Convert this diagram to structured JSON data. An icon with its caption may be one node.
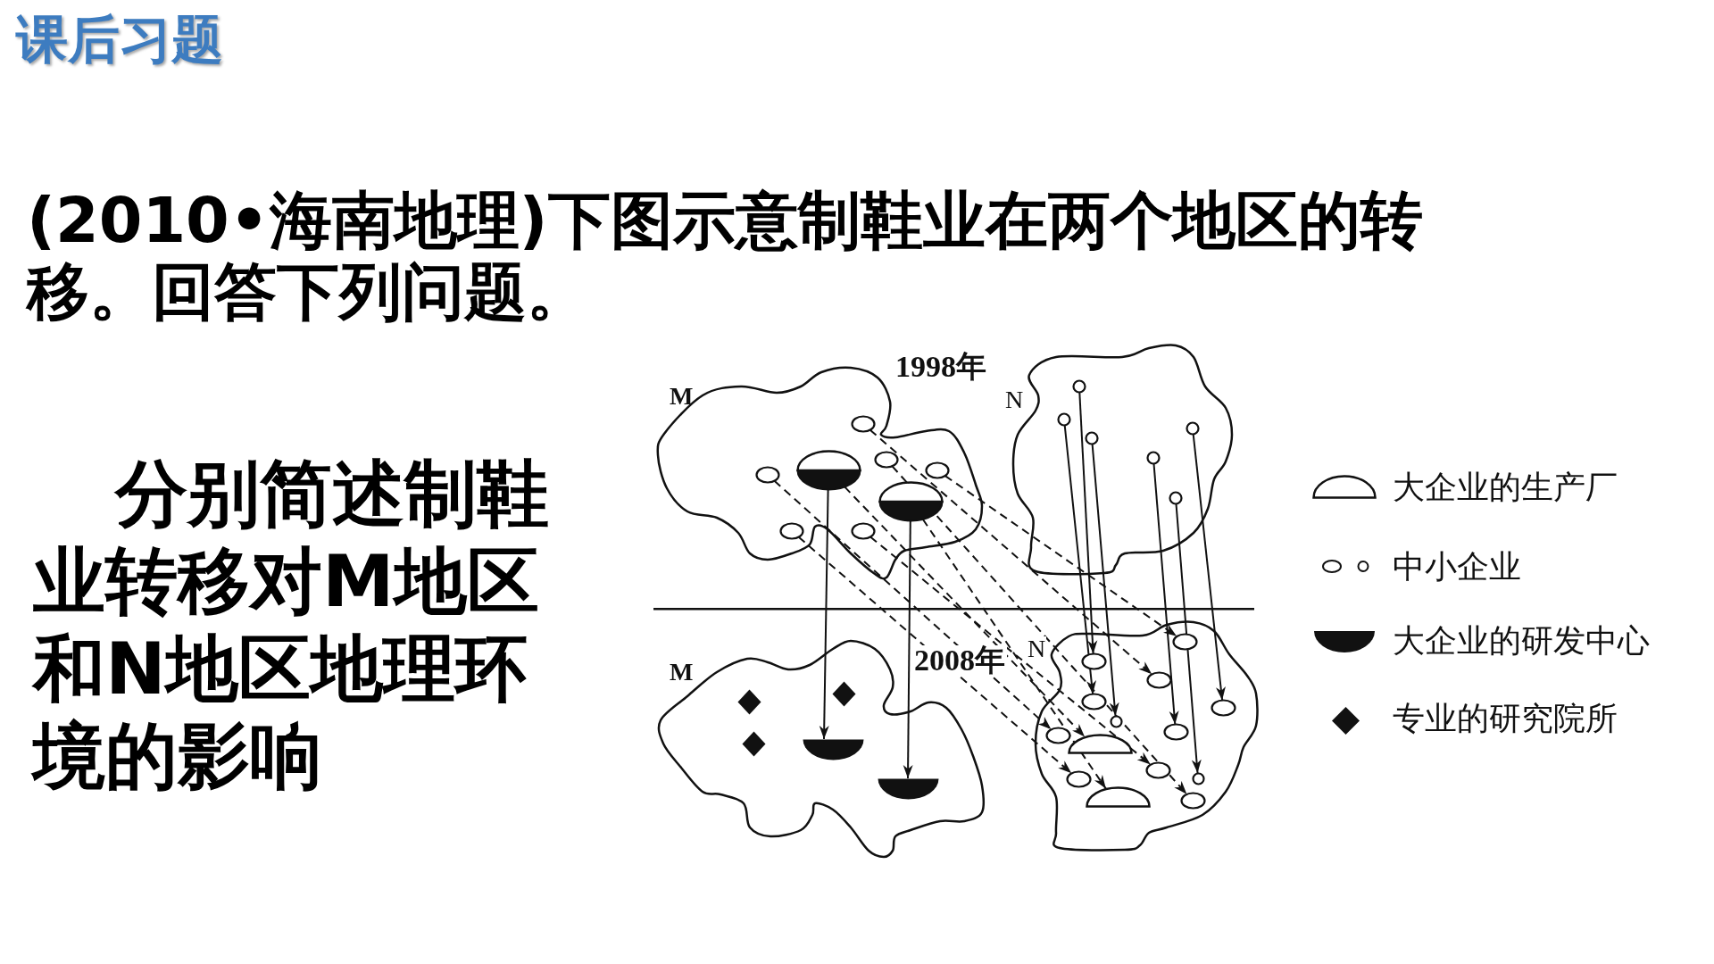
{
  "diagram": {
    "title": "课后习题",
    "nodes": [
      {
        "text": [
          "M"
        ]
      },
      {
        "text": [],
        "shape": "ellipse",
        "in": 0
      },
      {
        "text": [],
        "shape": "ellipse",
        "in": 0
      },
      {
        "text": [],
        "shape": "circle",
        "in": 0
      },
      {
        "text": [],
        "shape": "circle",
        "in": 0
      },
      {
        "text": [],
        "shape": "circle",
        "in": 0
      },
      {
        "text": [],
        "shape": "circle",
        "in": 0
      },
      {
        "text": [],
        "shape": "circle",
        "in": 0
      },
      {
        "text": [],
        "shape": "circle",
        "in": 0
      },
      {
        "text": [
          "N"
        ]
      },
      {
        "text": [],
        "shape": "circle",
        "in": 9
      },
      {
        "text": [],
        "shape": "circle",
        "in": 9
      },
      {
        "text": [],
        "shape": "circle",
        "in": 9
      },
      {
        "text": [],
        "shape": "circle",
        "in": 9
      },
      {
        "text": [],
        "shape": "circle",
        "in": 9
      },
      {
        "text": [],
        "shape": "circle",
        "in": 9
      },
      {
        "text": [
          "M"
        ]
      },
      {
        "text": [],
        "shape": "diamond",
        "in": 16
      },
      {
        "text": [],
        "shape": "diamond",
        "in": 16
      },
      {
        "text": [],
        "shape": "diamond",
        "in": 16
      },
      {
        "text": [],
        "shape": "semicircle",
        "in": 16
      },
      {
        "text": [],
        "shape": "semicircle",
        "in": 16
      },
      {
        "text": [
          "N"
        ]
      },
      {
        "text": [],
        "shape": "semicircle",
        "in": 22
      },
      {
        "text": [],
        "shape": "semicircle",
        "in": 22
      },
      {
        "text": [],
        "shape": "circle",
        "in": 22
      },
      {
        "text": [],
        "shape": "circle",
        "in": 22
      },
      {
        "text": [],
        "shape": "circle",
        "in": 22
      },
      {
        "text": [],
        "shape": "circle",
        "in": 22
      },
      {
        "text": [],
        "shape": "circle",
        "in": 22
      },
      {
        "text": [],
        "shape": "circle",
        "in": 22
      },
      {
        "text": [],
        "shape": "circle",
        "in": 22
      },
      {
        "text": [],
        "shape": "circle",
        "in": 22
      },
      {
        "text": [],
        "shape": "circle",
        "in": 22
      },
      {
        "text": [],
        "shape": "circle",
        "in": 22
      },
      {
        "text": [],
        "shape": "circle",
        "in": 22
      },
      {
        "text": [],
        "shape": "circle",
        "in": 22
      }
    ],
    "edges": [
      {
        "from": 1,
        "to": 20,
        "arrow": "to"
      },
      {
        "from": 2,
        "to": 21,
        "arrow": "to"
      },
      {
        "from": 10,
        "to": 26,
        "arrow": "to"
      },
      {
        "from": 11,
        "to": 28,
        "arrow": "to"
      },
      {
        "from": 12,
        "to": 29,
        "arrow": "to"
      },
      {
        "from": 13,
        "to": 30,
        "arrow": "to"
      },
      {
        "from": 14,
        "to": 31,
        "arrow": "to"
      },
      {
        "from": 15,
        "to": 34,
        "arrow": "to"
      },
      {
        "from": 5,
        "to": 25,
        "arrow": "to",
        "style": "dashed"
      },
      {
        "from": 3,
        "to": 27,
        "arrow": "to",
        "style": "dashed"
      },
      {
        "from": 4,
        "to": 36,
        "arrow": "to",
        "style": "dashed"
      },
      {
        "from": 1,
        "to": 23,
        "arrow": "to",
        "style": "dashed"
      },
      {
        "from": 2,
        "to": 24,
        "arrow": "to",
        "style": "dashed"
      },
      {
        "from": 8,
        "to": 33,
        "arrow": "to",
        "style": "dashed"
      },
      {
        "from": 6,
        "to": 32,
        "arrow": "to",
        "style": "dashed"
      },
      {
        "from": 7,
        "to": 35,
        "arrow": "to",
        "style": "dashed"
      }
    ],
    "labels": [
      "(2010•海南地理)下图示意制鞋业在两个地区的转移。回答下列问题。",
      "分别简述制鞋业转移对M地区和N地区地理环境的影响",
      "1998年",
      "2008年"
    ],
    "legend": [
      {
        "text": "大企业的生产厂"
      },
      {
        "text": "中小企业"
      },
      {
        "text": "大企业的研发中心"
      },
      {
        "text": "专业的研究院所"
      }
    ]
  }
}
